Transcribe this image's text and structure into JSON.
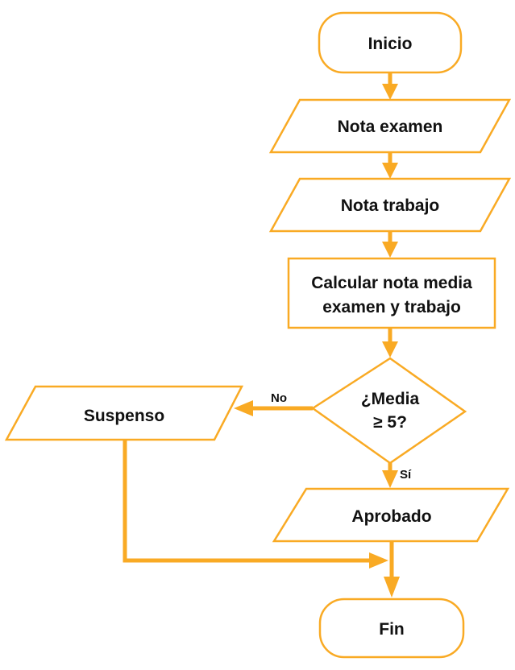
{
  "colors": {
    "accent": "#F9AA24",
    "text": "#111111",
    "background": "#ffffff"
  },
  "nodes": {
    "start": {
      "type": "terminator",
      "label": "Inicio"
    },
    "input_exam": {
      "type": "input",
      "label": "Nota examen"
    },
    "input_work": {
      "type": "input",
      "label": "Nota trabajo"
    },
    "process": {
      "type": "process",
      "line1": "Calcular nota media",
      "line2": "examen y trabajo"
    },
    "decision": {
      "type": "decision",
      "line1": "¿Media",
      "line2": "≥ 5?"
    },
    "fail": {
      "type": "output",
      "label": "Suspenso"
    },
    "pass": {
      "type": "output",
      "label": "Aprobado"
    },
    "end": {
      "type": "terminator",
      "label": "Fin"
    }
  },
  "edges": {
    "no_label": "No",
    "yes_label": "Sí"
  }
}
